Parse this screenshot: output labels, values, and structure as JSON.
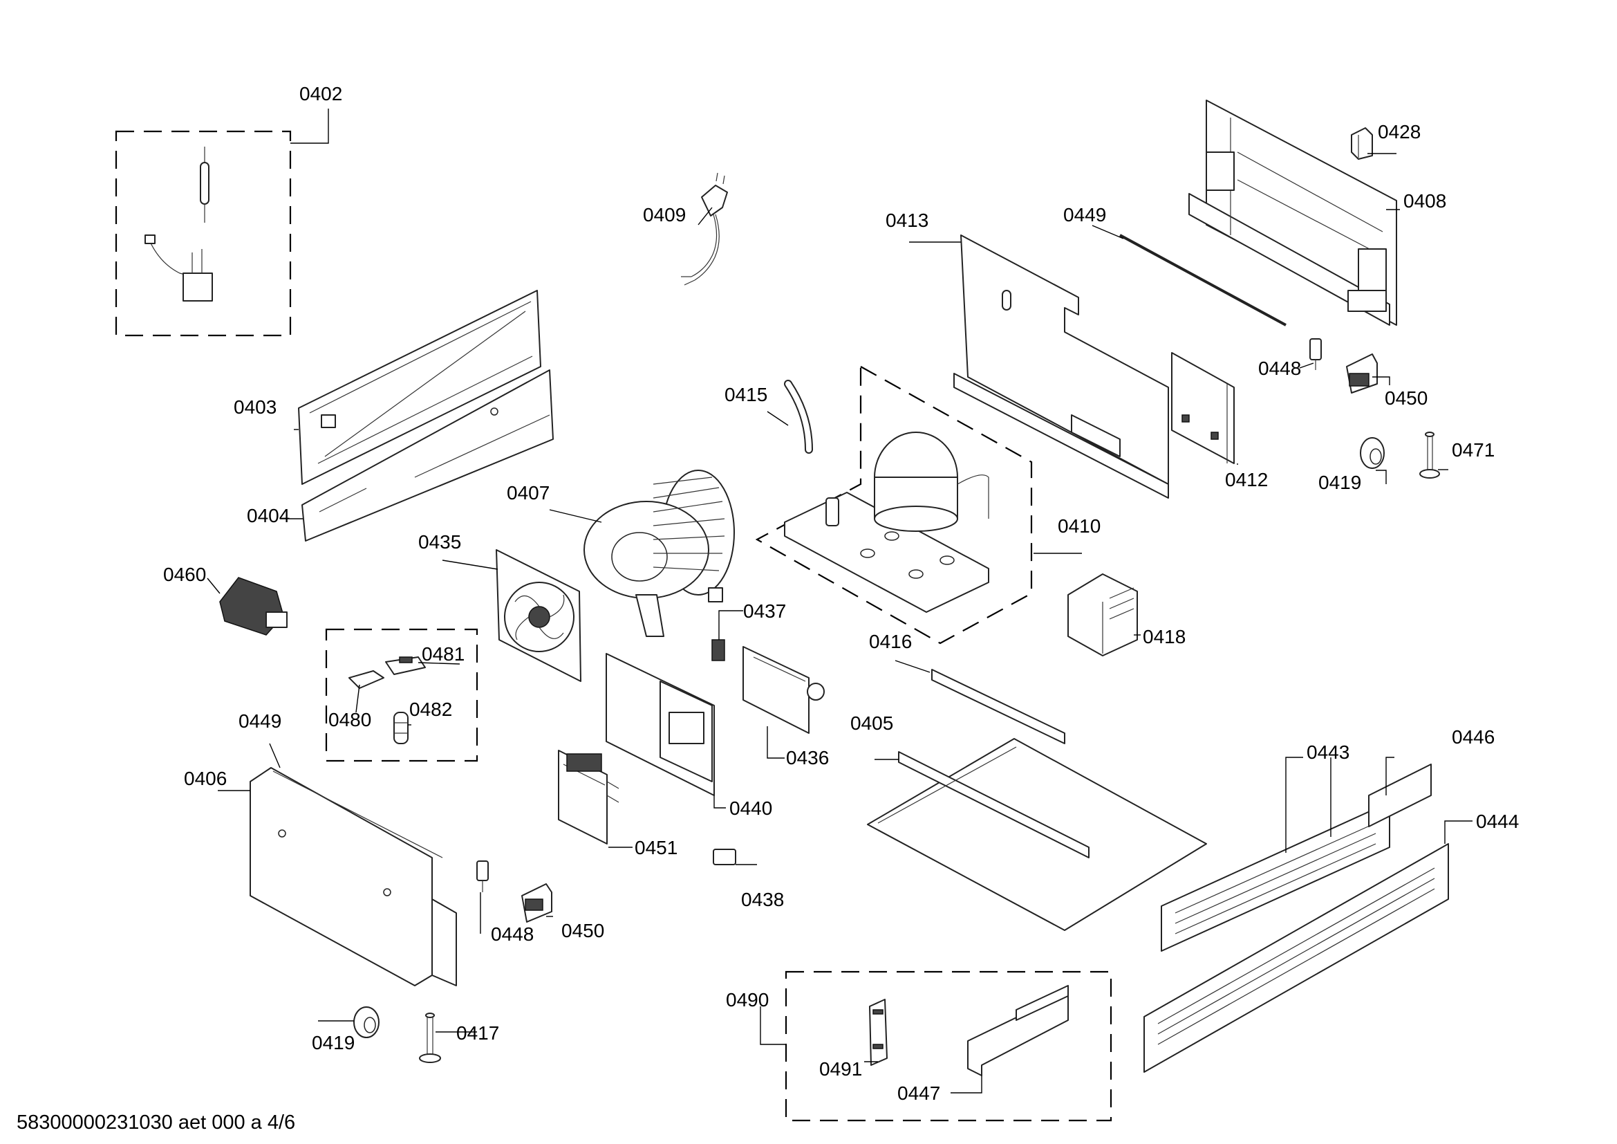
{
  "labels": {
    "p0402": "0402",
    "p0409": "0409",
    "p0428": "0428",
    "p0408": "0408",
    "p0413": "0413",
    "p0449a": "0449",
    "p0448a": "0448",
    "p0450a": "0450",
    "p0403": "0403",
    "p0415": "0415",
    "p0471": "0471",
    "p0419a": "0419",
    "p0412": "0412",
    "p0407": "0407",
    "p0404": "0404",
    "p0410": "0410",
    "p0435": "0435",
    "p0460": "0460",
    "p0437": "0437",
    "p0418": "0418",
    "p0481": "0481",
    "p0416": "0416",
    "p0480": "0480",
    "p0482": "0482",
    "p0449b": "0449",
    "p0405": "0405",
    "p0436": "0436",
    "p0443": "0443",
    "p0446": "0446",
    "p0406": "0406",
    "p0440": "0440",
    "p0444": "0444",
    "p0451": "0451",
    "p0438": "0438",
    "p0448b": "0448",
    "p0450b": "0450",
    "p0490": "0490",
    "p0419b": "0419",
    "p0417": "0417",
    "p0491": "0491",
    "p0447": "0447"
  },
  "footer": {
    "document_id": "58300000231030 aet 000 a 4/6"
  }
}
